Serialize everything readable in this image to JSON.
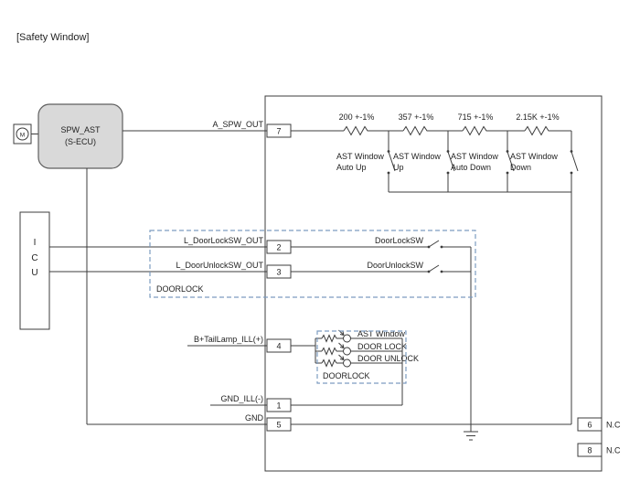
{
  "title": "[Safety Window]",
  "colors": {
    "ecu_fill": "#d9d9d9",
    "dashed_box": "#7d9cc0",
    "wire": "#3c3c3c"
  },
  "ecu": {
    "name": "SPW_AST",
    "sub": "(S-ECU)",
    "motor_label": "M"
  },
  "icu": {
    "l1": "I",
    "l2": "C",
    "l3": "U"
  },
  "pins": {
    "p1": "1",
    "p2": "2",
    "p3": "3",
    "p4": "4",
    "p5": "5",
    "p6": "6",
    "p7": "7",
    "p8": "8",
    "nc6": "N.C",
    "nc8": "N.C"
  },
  "signals": {
    "a_spw_out": "A_SPW_OUT",
    "door_lock_out": "L_DoorLockSW_OUT",
    "door_unlock_out": "L_DoorUnlockSW_OUT",
    "ill_plus": "B+TailLamp_ILL(+)",
    "ill_minus": "GND_ILL(-)",
    "gnd": "GND"
  },
  "ladder": {
    "r1": "200 +-1%",
    "r2": "357 +-1%",
    "r3": "715 +-1%",
    "r4": "2.15K +-1%",
    "sw1_l1": "AST Window",
    "sw1_l2": "Auto Up",
    "sw2_l1": "AST Window",
    "sw2_l2": "Up",
    "sw3_l1": "AST Window",
    "sw3_l2": "Auto Down",
    "sw4_l1": "AST Window",
    "sw4_l2": "Down"
  },
  "doorlock": {
    "box_label": "DOORLOCK",
    "lock_sw": "DoorLockSW",
    "unlock_sw": "DoorUnlockSW"
  },
  "illumination": {
    "box_label": "DOORLOCK",
    "lamp1": "AST Window",
    "lamp2": "DOOR LOCK",
    "lamp3": "DOOR UNLOCK"
  }
}
